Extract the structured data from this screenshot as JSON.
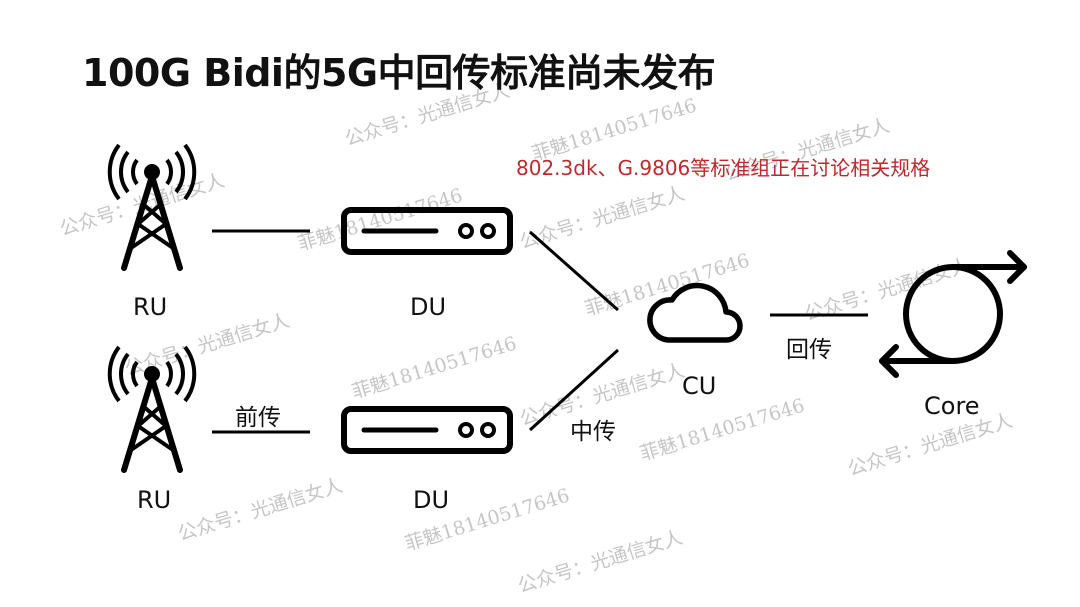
{
  "title": "100G Bidi的5G中回传标准尚未发布",
  "note": "802.3dk、G.9806等标准组正在讨论相关规格",
  "nodes": {
    "ru_top": "RU",
    "ru_bottom": "RU",
    "du_top": "DU",
    "du_bottom": "DU",
    "cu": "CU",
    "core": "Core"
  },
  "links": {
    "fronthaul": "前传",
    "midhaul": "中传",
    "backhaul": "回传"
  },
  "watermarks": {
    "account": "公众号：光通信女人",
    "phone": "菲魅18140517646"
  },
  "colors": {
    "note": "#c0292b",
    "line": "#000000",
    "watermark": "#969696"
  },
  "icons": [
    "antenna-tower-icon",
    "server-unit-icon",
    "cloud-icon",
    "core-loop-icon"
  ]
}
